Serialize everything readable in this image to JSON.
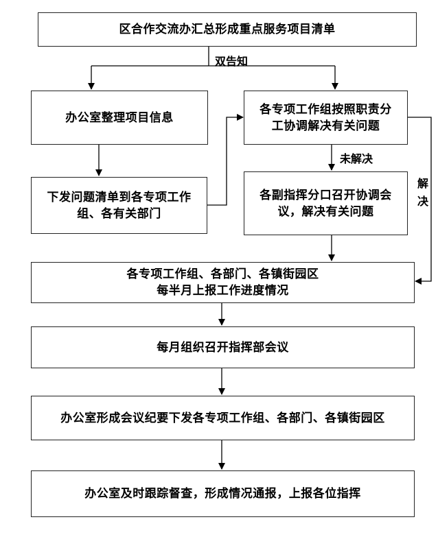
{
  "boxes": {
    "summary": "区合作交流办汇总形成重点服务项目清单",
    "office_info": "办公室整理项目信息",
    "issue_list": "下发问题清单到各专项工作组、各有关部门",
    "groups_solve": "各专项工作组按照职责分工协调解决有关问题",
    "deputy_meeting": "各副指挥分口召开协调会议，解决有关问题",
    "progress_report": "各专项工作组、各部门、各镇街园区\n每半月上报工作进度情况",
    "monthly_meeting": "每月组织召开指挥部会议",
    "minutes": "办公室形成会议纪要下发各专项工作组、各部门、各镇街园区",
    "supervision": "办公室及时跟踪督查，形成情况通报，上报各位指挥"
  },
  "labels": {
    "double_notify": "双告知",
    "unresolved": "未解决",
    "resolved": "解决"
  }
}
